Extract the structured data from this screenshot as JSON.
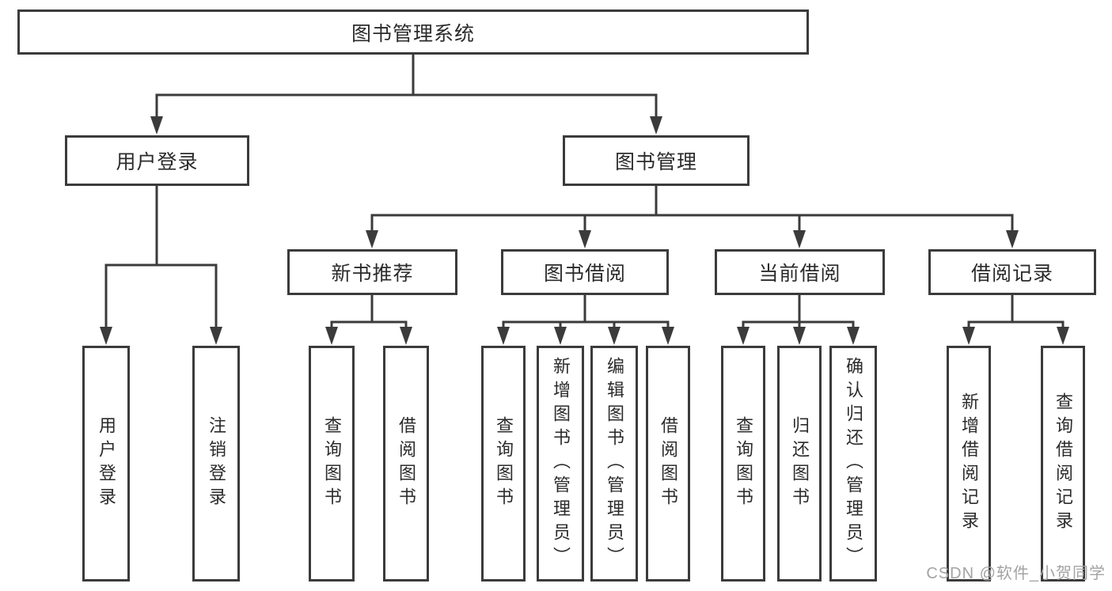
{
  "diagram": {
    "type": "tree",
    "root": {
      "label": "图书管理系统"
    },
    "level2": [
      {
        "label": "用户登录",
        "parent": "图书管理系统"
      },
      {
        "label": "图书管理",
        "parent": "图书管理系统"
      }
    ],
    "level3": [
      {
        "label": "新书推荐",
        "parent": "图书管理"
      },
      {
        "label": "图书借阅",
        "parent": "图书管理"
      },
      {
        "label": "当前借阅",
        "parent": "图书管理"
      },
      {
        "label": "借阅记录",
        "parent": "图书管理"
      }
    ],
    "level4": [
      {
        "label": "用户登录",
        "parent": "用户登录"
      },
      {
        "label": "注销登录",
        "parent": "用户登录"
      },
      {
        "label": "查询图书",
        "parent": "新书推荐"
      },
      {
        "label": "借阅图书",
        "parent": "新书推荐"
      },
      {
        "label": "查询图书",
        "parent": "图书借阅"
      },
      {
        "label": "新增图书（管理员）",
        "parent": "图书借阅"
      },
      {
        "label": "编辑图书（管理员）",
        "parent": "图书借阅"
      },
      {
        "label": "借阅图书",
        "parent": "图书借阅"
      },
      {
        "label": "查询图书",
        "parent": "当前借阅"
      },
      {
        "label": "归还图书",
        "parent": "当前借阅"
      },
      {
        "label": "确认归还（管理员）",
        "parent": "当前借阅"
      },
      {
        "label": "新增借阅记录",
        "parent": "借阅记录"
      },
      {
        "label": "查询借阅记录",
        "parent": "借阅记录"
      }
    ]
  },
  "watermark": "CSDN @软件_小贺同学",
  "colors": {
    "line": "#3b3b3b",
    "text": "#2b2b2b",
    "watermark": "#a3a3a3",
    "background": "#ffffff"
  }
}
